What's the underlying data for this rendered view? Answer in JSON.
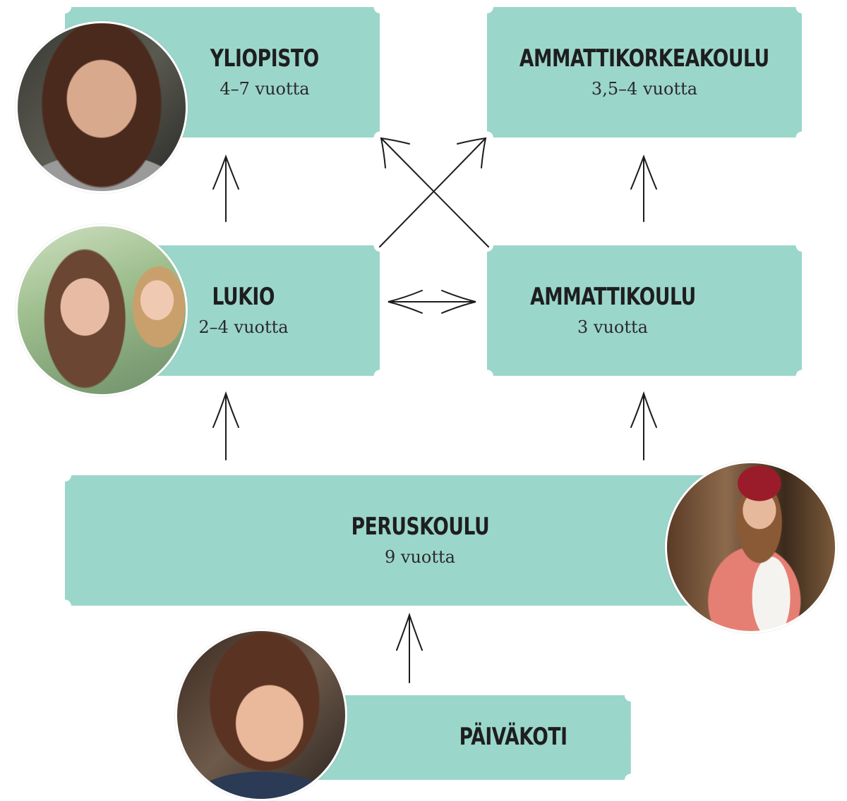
{
  "colors": {
    "box": "#9bd6cb",
    "ink": "#1e1e1e"
  },
  "nodes": {
    "yliopisto": {
      "title": "YLIOPISTO",
      "duration": "4–7 vuotta"
    },
    "amk": {
      "title": "AMMATTIKORKEAKOULU",
      "duration": "3,5–4 vuotta"
    },
    "lukio": {
      "title": "LUKIO",
      "duration": "2–4 vuotta"
    },
    "ammattikoulu": {
      "title": "AMMATTIKOULU",
      "duration": "3 vuotta"
    },
    "peruskoulu": {
      "title": "PERUSKOULU",
      "duration": "9 vuotta"
    },
    "paivakoti": {
      "title": "PÄIVÄKOTI"
    }
  },
  "edges": [
    {
      "from": "paivakoti",
      "to": "peruskoulu"
    },
    {
      "from": "peruskoulu",
      "to": "lukio"
    },
    {
      "from": "peruskoulu",
      "to": "ammattikoulu"
    },
    {
      "from": "lukio",
      "to": "ammattikoulu",
      "bidirectional": true
    },
    {
      "from": "lukio",
      "to": "yliopisto"
    },
    {
      "from": "lukio",
      "to": "amk"
    },
    {
      "from": "ammattikoulu",
      "to": "yliopisto"
    },
    {
      "from": "ammattikoulu",
      "to": "amk"
    }
  ],
  "photos": [
    {
      "node": "yliopisto",
      "icon": "teen-girl-portrait-photo"
    },
    {
      "node": "lukio",
      "icon": "smiling-teen-girls-photo"
    },
    {
      "node": "peruskoulu",
      "icon": "schoolgirl-with-backpack-photo"
    },
    {
      "node": "paivakoti",
      "icon": "laughing-child-photo"
    }
  ]
}
